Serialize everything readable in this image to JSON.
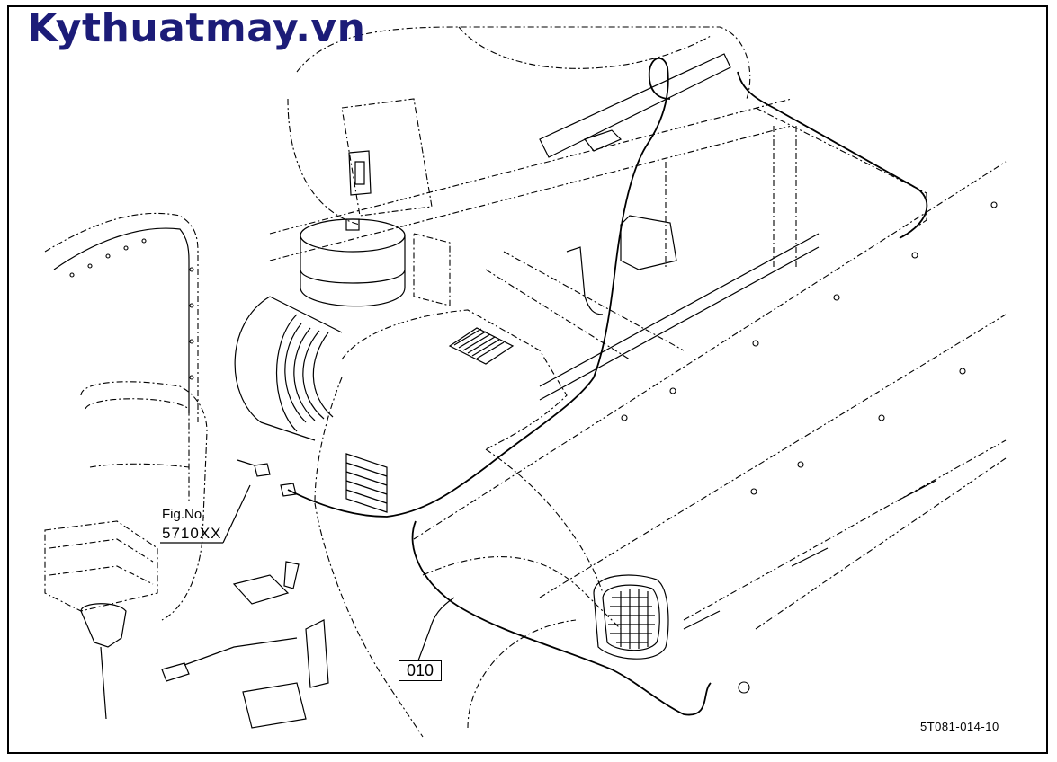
{
  "watermark": "Kythuatmay.vn",
  "figure_ref": {
    "label": "Fig.No.",
    "number": "5710XX"
  },
  "part_callout": "010",
  "drawing_code": "5T081-014-10",
  "colors": {
    "watermark": "#1c1c78",
    "line": "#000000",
    "background": "#ffffff"
  }
}
